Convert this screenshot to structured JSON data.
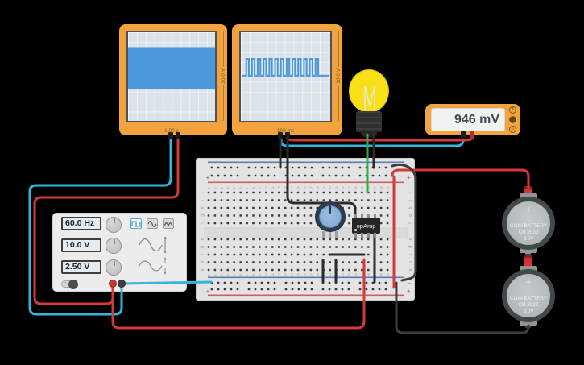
{
  "scope1": {
    "time_label": "1.00 s",
    "volt_label": "20.0 V",
    "wave": {
      "type": "filled-band",
      "top_frac": 0.16,
      "bottom_frac": 0.64
    }
  },
  "scope2": {
    "time_label": "100 ms",
    "volt_label": "10.0 V",
    "wave": {
      "type": "square",
      "periods": 13,
      "x0_frac": 0.06,
      "x1_frac": 0.9,
      "y_high_frac": 0.3,
      "y_low_frac": 0.49,
      "duty": 0.45
    }
  },
  "multimeter": {
    "reading": "946 mV",
    "mode_buttons": [
      "A",
      "V",
      "Ω"
    ],
    "selected_mode_index": 1
  },
  "function_generator": {
    "frequency": "60.0 Hz",
    "amplitude": "10.0 V",
    "offset": "2.50 V",
    "waveforms": [
      "square",
      "sine",
      "triangle"
    ],
    "selected_waveform": "square",
    "power_dash": "-"
  },
  "opamp": {
    "label": "opAmp"
  },
  "batteries": [
    {
      "plus": "+",
      "line1": "COIN BATTERY",
      "line2": "CR 2032",
      "line3": "3.0V"
    },
    {
      "plus": "+",
      "line1": "COIN BATTERY",
      "line2": "CR 2032",
      "line3": "3.0V"
    }
  ],
  "breadboard": {
    "columns": 30,
    "row_letters_top": [
      "j",
      "i",
      "h",
      "g",
      "f"
    ],
    "row_letters_bottom": [
      "e",
      "d",
      "c",
      "b",
      "a"
    ],
    "minus_symbol": "−",
    "plus_symbol": "+"
  },
  "wire_colors": {
    "cyan": "#35b5de",
    "red": "#d43a3a",
    "green": "#2fae45",
    "black": "#2c2c2c",
    "dark_gray": "#3d3d3d"
  }
}
